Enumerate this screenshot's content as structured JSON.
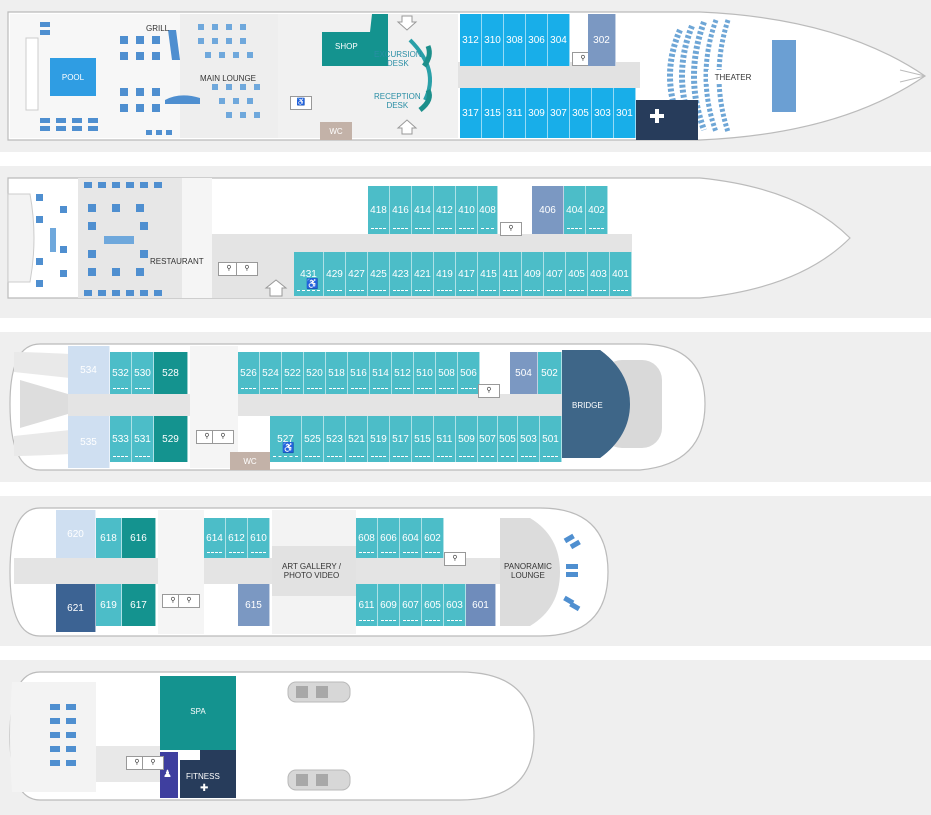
{
  "deck3": {
    "labels": {
      "grill": "GRILL",
      "pool": "POOL",
      "main_lounge": "MAIN LOUNGE",
      "shop": "SHOP",
      "excursion_desk": "EXCURSION\nDESK",
      "reception_desk": "RECEPTION\nDESK",
      "wc": "WC",
      "theater": "THEATER"
    },
    "cabins_top": [
      "312",
      "310",
      "308",
      "306",
      "304"
    ],
    "cabin_302": "302",
    "cabins_bottom": [
      "317",
      "315",
      "311",
      "309",
      "307",
      "305",
      "303",
      "301"
    ]
  },
  "deck4": {
    "labels": {
      "restaurant": "RESTAURANT"
    },
    "cabins_top_a": [
      "418",
      "416",
      "414",
      "412",
      "410",
      "408"
    ],
    "cabins_top_b": [
      "406",
      "404",
      "402"
    ],
    "cabins_bottom": [
      "431",
      "429",
      "427",
      "425",
      "423",
      "421",
      "419",
      "417",
      "415",
      "411",
      "409",
      "407",
      "405",
      "403",
      "401"
    ]
  },
  "deck5": {
    "labels": {
      "bridge": "BRIDGE",
      "wc": "WC"
    },
    "cabin_534": "534",
    "cabin_535": "535",
    "cabins_top_a": [
      "532",
      "530"
    ],
    "cabin_528": "528",
    "cabins_top_b": [
      "526",
      "524",
      "522",
      "520",
      "518",
      "516",
      "514",
      "512",
      "510",
      "508",
      "506"
    ],
    "cabins_top_c": [
      "504",
      "502"
    ],
    "cabins_bottom_a": [
      "533",
      "531"
    ],
    "cabin_529": "529",
    "cabins_bottom_b": [
      "527",
      "525",
      "523",
      "521",
      "519",
      "517",
      "515",
      "511",
      "509",
      "507",
      "505",
      "503",
      "501"
    ]
  },
  "deck6": {
    "labels": {
      "art_gallery": "ART GALLERY /\nPHOTO VIDEO",
      "panoramic": "PANORAMIC\nLOUNGE"
    },
    "cabin_620": "620",
    "cabin_621": "621",
    "cabins_top_a": [
      "618"
    ],
    "cabin_616": "616",
    "cabins_top_b": [
      "614",
      "612",
      "610"
    ],
    "cabins_top_c": [
      "608",
      "606",
      "604",
      "602"
    ],
    "cabins_bottom_a": [
      "619"
    ],
    "cabin_617": "617",
    "cabin_615": "615",
    "cabins_bottom_c": [
      "611",
      "609",
      "607",
      "605",
      "603"
    ],
    "cabin_601": "601"
  },
  "deck7": {
    "labels": {
      "spa": "SPA",
      "fitness": "FITNESS"
    }
  }
}
